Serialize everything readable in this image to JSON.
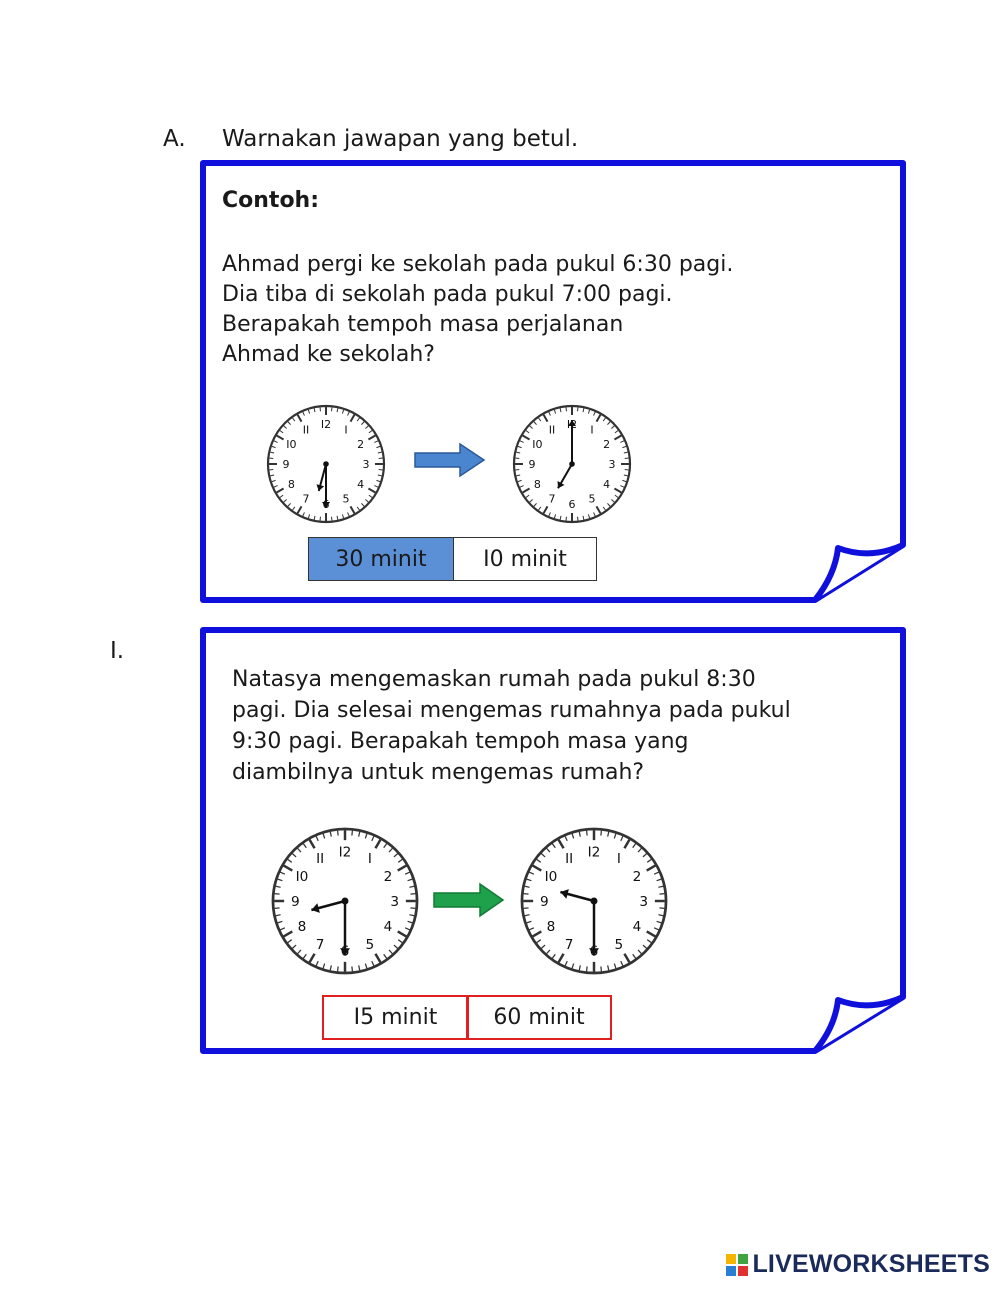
{
  "section": {
    "letter": "A.",
    "title": "Warnakan jawapan yang betul."
  },
  "example": {
    "heading": "Contoh:",
    "lines": [
      "Ahmad pergi ke sekolah pada pukul 6:30 pagi.",
      "Dia tiba di sekolah pada pukul 7:00 pagi.",
      "Berapakah tempoh masa perjalanan",
      "Ahmad  ke  sekolah?"
    ],
    "start_clock": {
      "hour": 6,
      "minute": 30
    },
    "end_clock": {
      "hour": 7,
      "minute": 0
    },
    "answers": [
      {
        "label": "30 minit",
        "selected": true
      },
      {
        "label": "I0 minit",
        "selected": false
      }
    ],
    "arrow_color": "#4a86d0",
    "border_color": "#1010dd"
  },
  "question1": {
    "number": "I.",
    "lines": [
      "Natasya mengemaskan rumah pada pukul 8:30",
      "pagi. Dia selesai mengemas rumahnya pada pukul",
      "9:30 pagi. Berapakah tempoh masa yang",
      "diambilnya untuk mengemas rumah?"
    ],
    "start_clock": {
      "hour": 8,
      "minute": 30
    },
    "end_clock": {
      "hour": 9,
      "minute": 30
    },
    "answers": [
      {
        "label": "I5 minit"
      },
      {
        "label": "60 minit"
      }
    ],
    "arrow_color": "#1ea14a",
    "border_color": "#1010dd"
  },
  "clock_numerals": [
    "I2",
    "I",
    "2",
    "3",
    "4",
    "5",
    "6",
    "7",
    "8",
    "9",
    "I0",
    "II"
  ],
  "logo": {
    "text": "LIVEWORKSHEETS",
    "icon": "liveworksheets-logo-icon"
  },
  "colors": {
    "answer_border": "#e02020",
    "selected_fill": "#5b8fd6"
  }
}
